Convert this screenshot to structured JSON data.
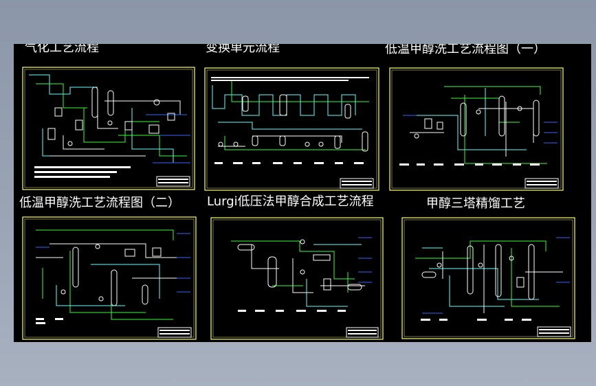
{
  "colors": {
    "background": "#8e99ac",
    "canvas": "#000000",
    "frame": "#ffff66",
    "line_green": "#33ff33",
    "line_cyan": "#66ffff",
    "line_white": "#ffffff",
    "line_blue": "#3366ff",
    "title_text": "#ffffff"
  },
  "drawings": [
    {
      "id": "gasification",
      "title": "气化工艺流程"
    },
    {
      "id": "shift",
      "title": "变换单元流程"
    },
    {
      "id": "rectisol-1",
      "title": "低温甲醇洗工艺流程图（一）"
    },
    {
      "id": "rectisol-2",
      "title": "低温甲醇洗工艺流程图（二）"
    },
    {
      "id": "lurgi",
      "title": "Lurgi低压法甲醇合成工艺流程"
    },
    {
      "id": "distillation",
      "title": "甲醇三塔精馏工艺"
    }
  ]
}
